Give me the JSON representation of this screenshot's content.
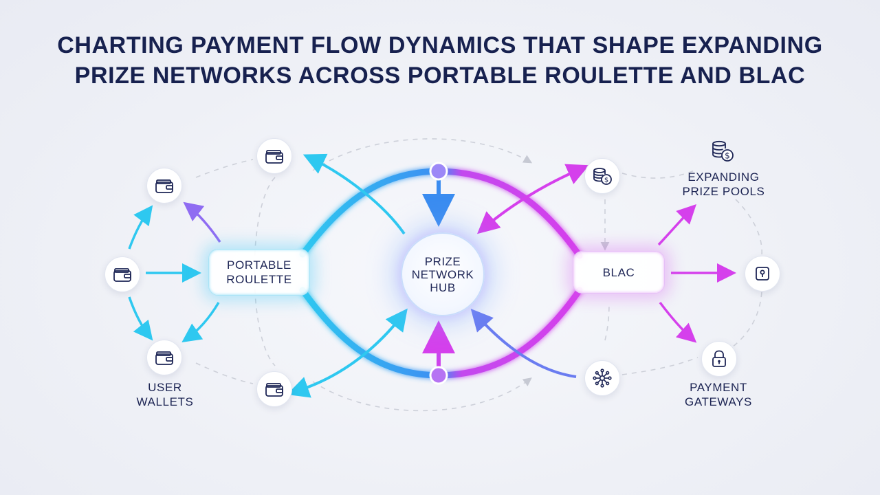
{
  "title": {
    "line1": "CHARTING PAYMENT FLOW DYNAMICS THAT SHAPE EXPANDING",
    "line2": "PRIZE NETWORKS ACROSS PORTABLE ROULETTE AND BLAC"
  },
  "nodes": {
    "portable_roulette": {
      "line1": "PORTABLE",
      "line2": "ROULETTE"
    },
    "hub": {
      "line1": "PRIZE",
      "line2": "NETWORK",
      "line3": "HUB"
    },
    "blac": {
      "label": "BLAC"
    }
  },
  "labels": {
    "user_wallets": {
      "line1": "USER",
      "line2": "WALLETS"
    },
    "expanding_prize_pools": {
      "line1": "EXPANDING",
      "line2": "PRIZE POOLS"
    },
    "payment_gateways": {
      "line1": "PAYMENT",
      "line2": "GATEWAYS"
    }
  },
  "icons": {
    "wallet": "wallet-icon",
    "coins": "coin-stack-icon",
    "lock": "padlock-icon",
    "keyhole": "keyhole-icon",
    "network": "network-node-icon"
  },
  "colors": {
    "cyan": "#2ec8f0",
    "blue": "#3a8cf0",
    "magenta": "#d540ec",
    "navy": "#17214f",
    "dashed": "#c9ccd6"
  }
}
